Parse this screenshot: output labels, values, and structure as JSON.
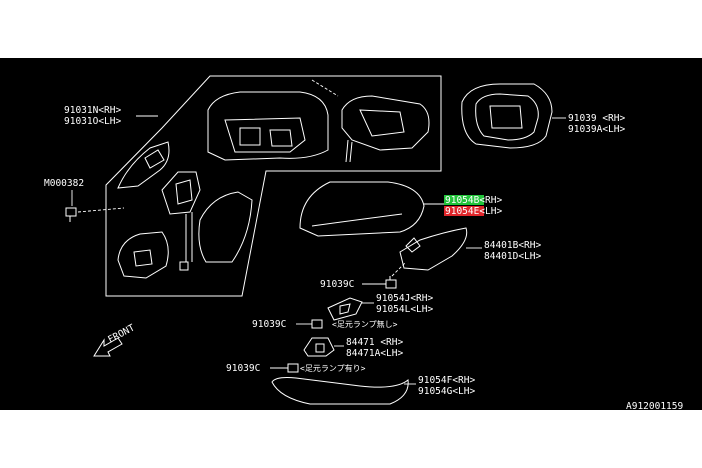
{
  "labels": {
    "p91031n": "91031N<RH>",
    "p91031o": "91031O<LH>",
    "m000382": "M000382",
    "p91039": "91039 <RH>",
    "p91039a": "91039A<LH>",
    "p91054b": "91054B<RH>",
    "p91054e": "91054E<LH>",
    "p84401b": "84401B<RH>",
    "p84401d": "84401D<LH>",
    "p91039c": "91039C",
    "p91054j": "91054J<RH>",
    "p91054l": "91054L<LH>",
    "note_without_lamp": "<足元ランプ無し>",
    "p84471": "84471 <RH>",
    "p84471a": "84471A<LH>",
    "note_with_lamp": "<足元ランプ有り>",
    "p91054f": "91054F<RH>",
    "p91054g": "91054G<LH>",
    "front": "FRONT",
    "diagram_code": "A912001159"
  },
  "highlights": {
    "green": "#22c33a",
    "red": "#e0262b"
  },
  "colors": {
    "page_background": "#ffffff",
    "diagram_background": "#000000",
    "line_color": "#ffffff"
  }
}
